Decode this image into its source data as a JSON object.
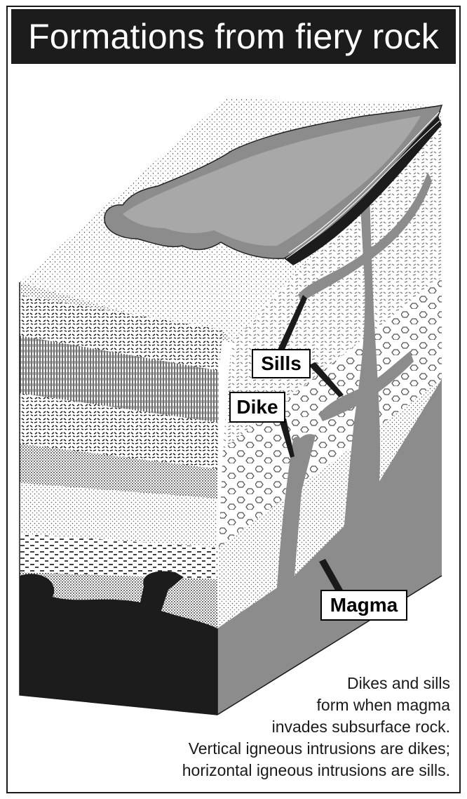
{
  "title": "Formations from fiery rock",
  "labels": {
    "sills": "Sills",
    "dike": "Dike",
    "magma": "Magma"
  },
  "caption": [
    "Dikes and sills",
    "form when magma",
    "invades subsurface rock.",
    "Vertical igneous intrusions are dikes;",
    "horizontal igneous intrusions are sills."
  ],
  "colors": {
    "magma": "#8c8c8c",
    "lava": "#a8a8a8",
    "dark": "#1c1c1c",
    "background": "#ffffff"
  }
}
